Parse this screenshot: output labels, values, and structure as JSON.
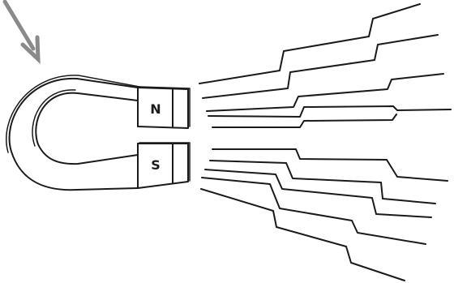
{
  "labels": {
    "north": "N",
    "south": "S"
  },
  "colors": {
    "ink": "#1a1a1a",
    "arrow": "#8a8a8a",
    "face": "#ffffff"
  },
  "field_lines": {
    "count": 10
  }
}
